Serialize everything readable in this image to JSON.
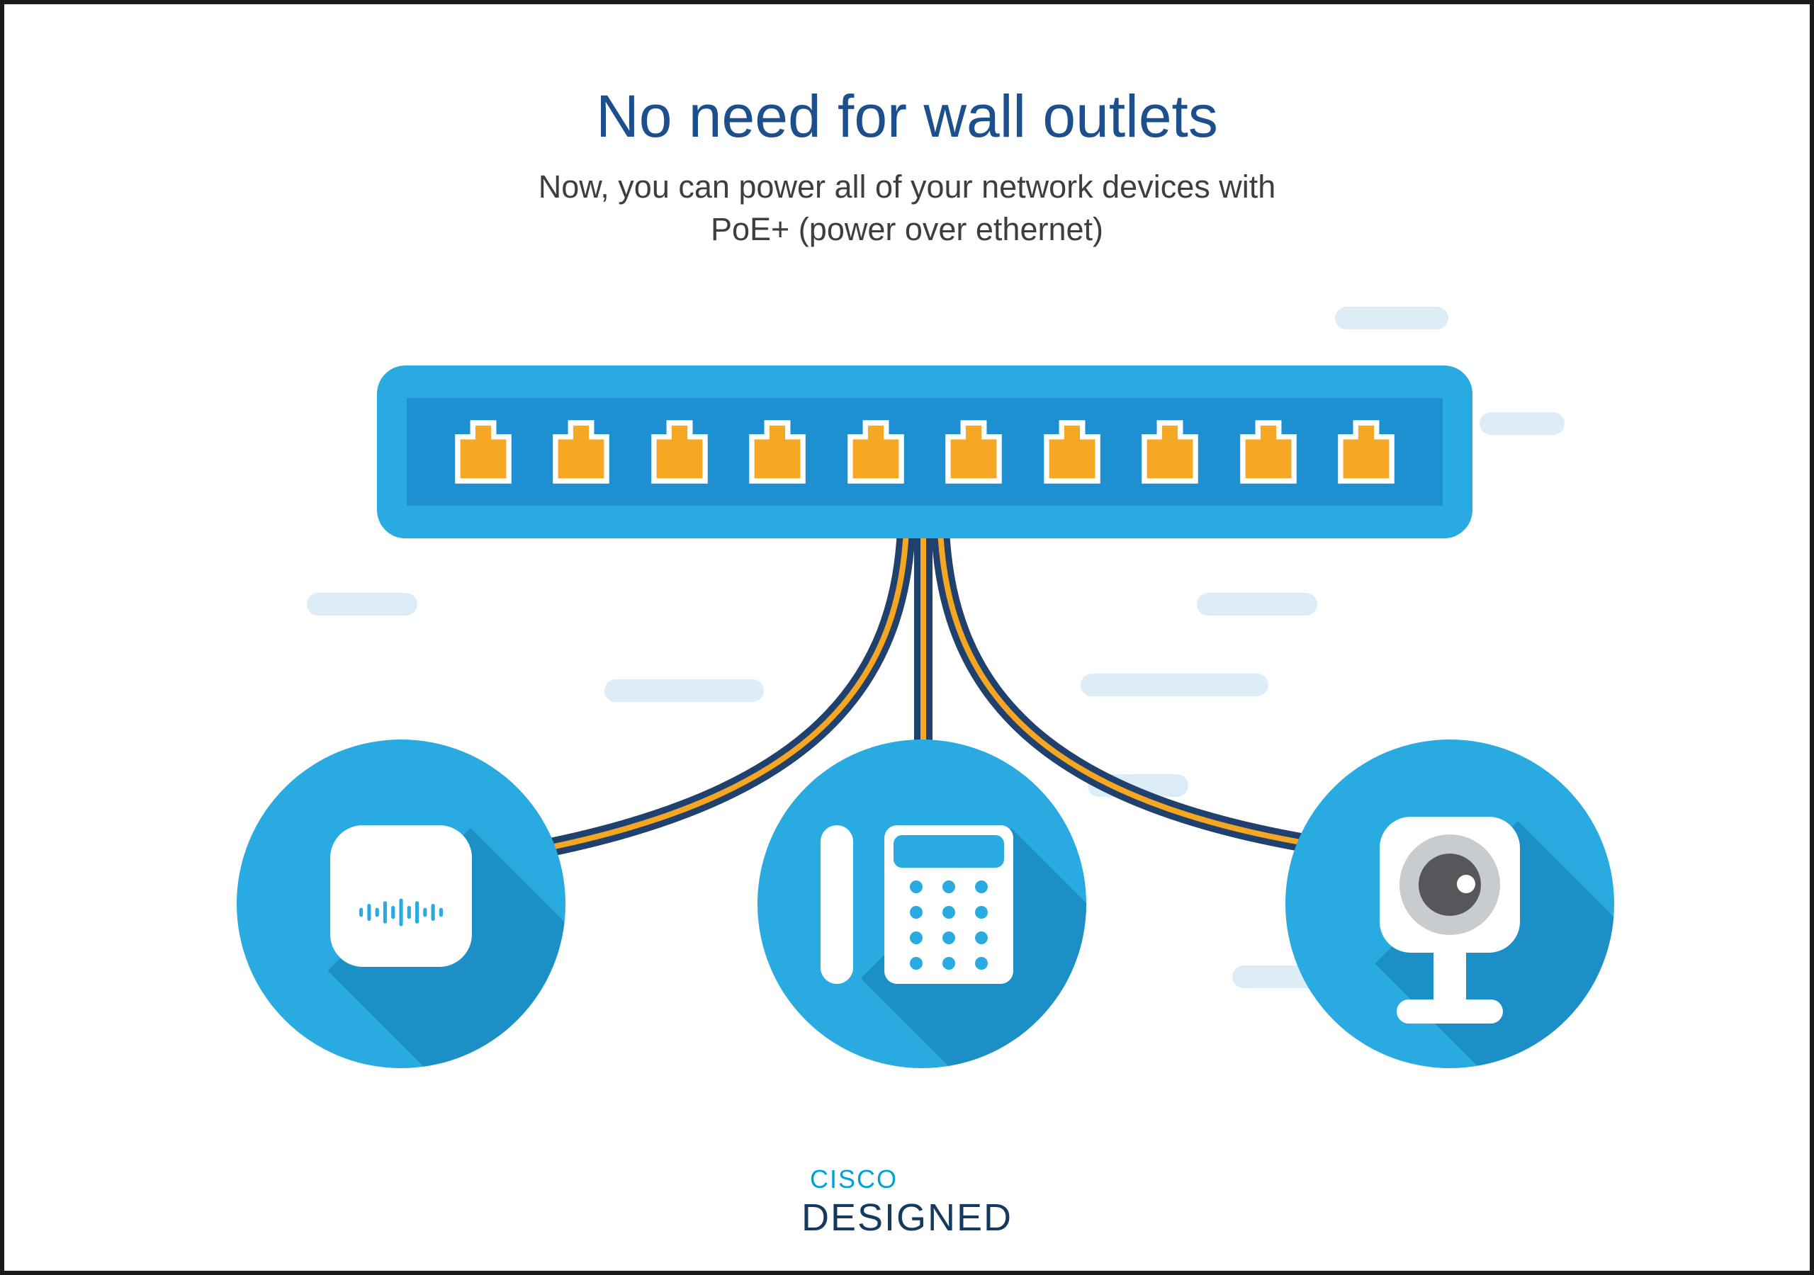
{
  "header": {
    "title": "No need for wall outlets",
    "subtitle_line1": "Now, you can power all of your network devices with",
    "subtitle_line2": "PoE+ (power over ethernet)"
  },
  "diagram": {
    "switch": {
      "type": "poe-switch",
      "port_count": 10,
      "port_icon": "rj45-port-icon"
    },
    "cable_count": 3,
    "devices": [
      {
        "name": "wireless-access-point"
      },
      {
        "name": "ip-phone"
      },
      {
        "name": "security-camera"
      }
    ]
  },
  "brand": {
    "name": "CISCO",
    "tagline": "DESIGNED"
  },
  "colors": {
    "switch-blue": "#29ABE2",
    "switch-panel-blue": "#1E8FD0",
    "port-orange": "#F6A723",
    "cable-navy": "#20406E",
    "cable-stripe": "#F5A623",
    "device-circle-blue": "#29ABE2",
    "shadow-blue": "#1C90C6",
    "title-navy": "#1D4F8C",
    "subtitle-gray": "#3E3E40",
    "brand-cyan": "#00A2D5",
    "brand-navy": "#15395F",
    "pill-blue": "#DCEDF7",
    "keypad-blue": "#29ABE2",
    "lens-gray": "#C8CCCE",
    "pupil-gray": "#55575A"
  }
}
